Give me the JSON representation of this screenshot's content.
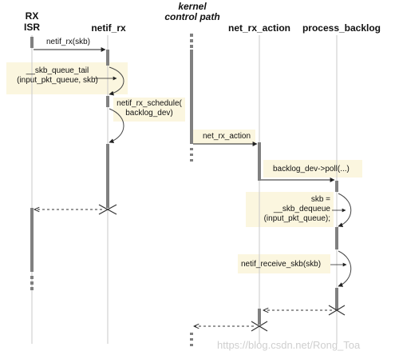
{
  "headers": {
    "rx_isr": [
      "RX",
      "ISR"
    ],
    "netif_rx": "netif_rx",
    "kernel": [
      "kernel",
      "control path"
    ],
    "net_rx_action": "net_rx_action",
    "process_backlog": "process_backlog"
  },
  "messages": {
    "netif_rx_call": "netif_rx(skb)",
    "queue_tail": [
      "__skb_queue_tail",
      "(input_pkt_queue, skb)"
    ],
    "schedule": [
      "netif_rx_schedule(",
      "backlog_dev)"
    ],
    "net_rx_action_call": "net_rx_action",
    "poll": "backlog_dev->poll(...)",
    "dequeue": [
      "skb =",
      "__skb_dequeue",
      "(input_pkt_queue);"
    ],
    "receive": "netif_receive_skb(skb)"
  },
  "watermark": "https://blog.csdn.net/Rong_Toa",
  "colors": {
    "note_bg": "#fbf6df",
    "lifeline": "#c8c8c8",
    "bar": "#808080"
  }
}
